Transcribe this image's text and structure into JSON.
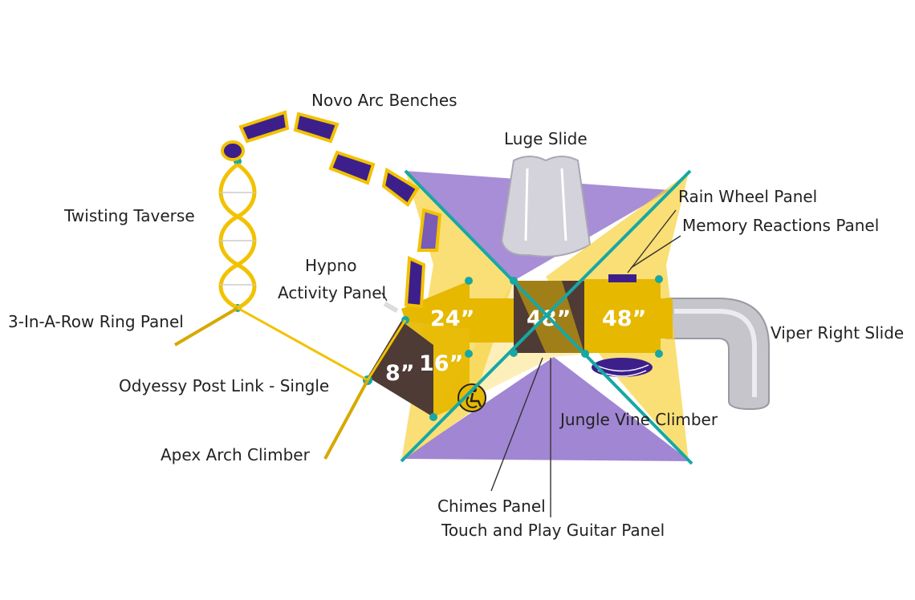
{
  "colors": {
    "frame_yellow": "#f2c200",
    "shade_yellow": "#f6d23a",
    "shade_purple": "#8a68c8",
    "panel_purple": "#3d1f8c",
    "post_teal": "#17a7a5",
    "deck_brown": "#4e3b35",
    "slide_gray": "#b9b9bf",
    "leader": "#333333"
  },
  "labels": {
    "novo_arc_benches": "Novo Arc Benches",
    "luge_slide": "Luge Slide",
    "rain_wheel_panel": "Rain Wheel Panel",
    "memory_reactions_panel": "Memory Reactions Panel",
    "twisting_taverse": "Twisting Taverse",
    "hypno_line1": "Hypno",
    "hypno_line2": "Activity Panel",
    "ring_panel": "3-In-A-Row Ring Panel",
    "viper_right_slide": "Viper Right Slide",
    "odyessy_post_link": "Odyessy Post Link - Single",
    "jungle_vine_climber": "Jungle Vine Climber",
    "apex_arch_climber": "Apex Arch Climber",
    "chimes_panel": "Chimes Panel",
    "touch_play_guitar": "Touch and Play Guitar Panel"
  },
  "deck_heights": {
    "d24": "24”",
    "d48a": "48”",
    "d48b": "48”",
    "d8": "8”",
    "d16": "16”"
  },
  "icons": {
    "accessibility": "wheelchair-accessible-icon"
  }
}
